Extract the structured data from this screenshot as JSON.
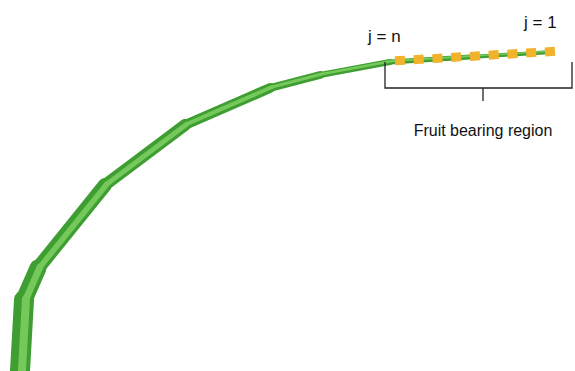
{
  "diagram": {
    "labels": [
      "j = n",
      "j = 1",
      "Fruit bearing region"
    ]
  }
}
